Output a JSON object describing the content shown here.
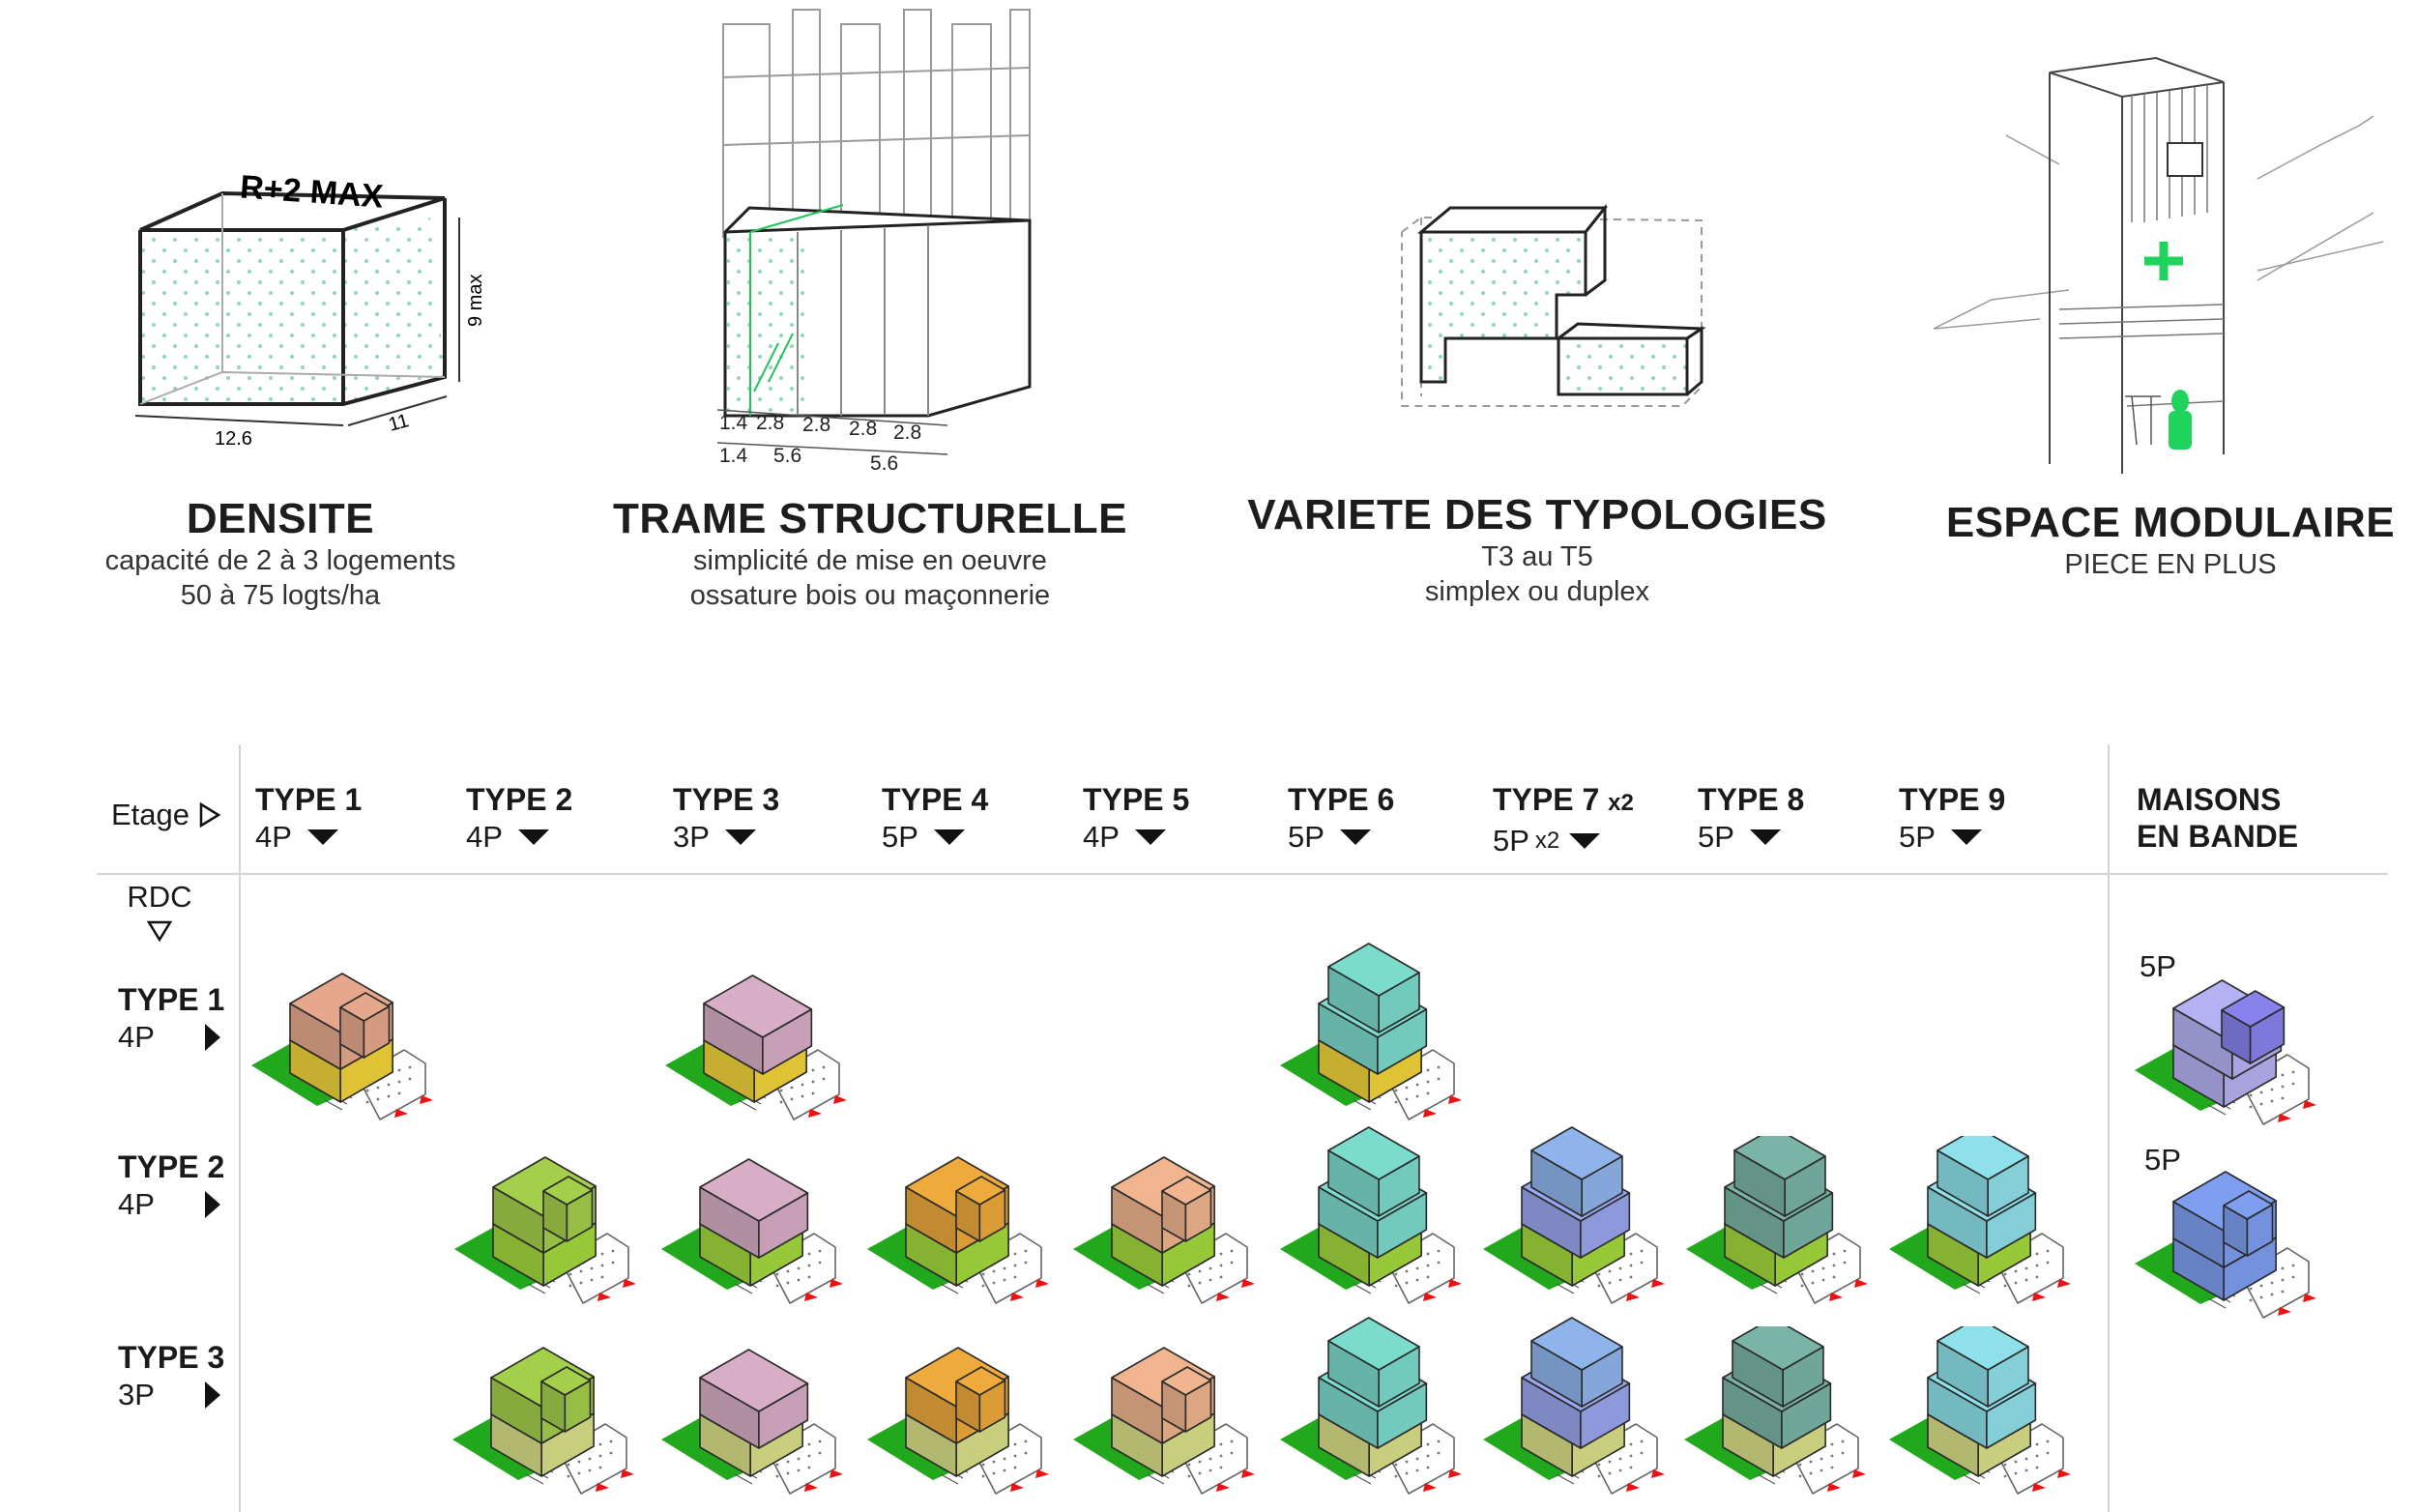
{
  "concepts": [
    {
      "title": "DENSITE",
      "lines": [
        "capacité de 2 à 3 logements",
        "50 à 75 logts/ha"
      ]
    },
    {
      "title": "TRAME STRUCTURELLE",
      "lines": [
        "simplicité de mise en oeuvre",
        "ossature bois ou maçonnerie"
      ]
    },
    {
      "title": "VARIETE DES TYPOLOGIES",
      "lines": [
        "T3 au T5",
        "simplex ou duplex"
      ]
    },
    {
      "title": "ESPACE MODULAIRE",
      "lines": [
        "PIECE EN PLUS"
      ]
    }
  ],
  "densite_diagram": {
    "top_label": "R+2 MAX",
    "height_label": "9 max",
    "width_label": "12.6",
    "depth_label": "11"
  },
  "trame_diagram": {
    "dims_top": [
      "1.4",
      "2.8",
      "2.8",
      "2.8",
      "2.8"
    ],
    "dims_bottom": [
      "1.4",
      "5.6",
      "5.6"
    ]
  },
  "matrix": {
    "corner_label": "Etage",
    "rdc_label": "RDC",
    "columns": [
      {
        "title": "TYPE 1",
        "suffix": "",
        "count": "4P",
        "count_suffix": ""
      },
      {
        "title": "TYPE 2",
        "suffix": "",
        "count": "4P",
        "count_suffix": ""
      },
      {
        "title": "TYPE 3",
        "suffix": "",
        "count": "3P",
        "count_suffix": ""
      },
      {
        "title": "TYPE 4",
        "suffix": "",
        "count": "5P",
        "count_suffix": ""
      },
      {
        "title": "TYPE 5",
        "suffix": "",
        "count": "4P",
        "count_suffix": ""
      },
      {
        "title": "TYPE 6",
        "suffix": "",
        "count": "5P",
        "count_suffix": ""
      },
      {
        "title": "TYPE 7",
        "suffix": "x2",
        "count": "5P",
        "count_suffix": "x2"
      },
      {
        "title": "TYPE 8",
        "suffix": "",
        "count": "5P",
        "count_suffix": ""
      },
      {
        "title": "TYPE 9",
        "suffix": "",
        "count": "5P",
        "count_suffix": ""
      }
    ],
    "maisons_title": [
      "MAISONS",
      "EN BANDE"
    ],
    "rows": [
      {
        "title": "TYPE 1",
        "count": "4P"
      },
      {
        "title": "TYPE 2",
        "count": "4P"
      },
      {
        "title": "TYPE 3",
        "count": "3P"
      }
    ],
    "maisons_labels": [
      "5P",
      "5P"
    ]
  },
  "colors": {
    "grass": "#22a81c",
    "rdc_type1": "#f2d43a",
    "rdc_type2": "#a4d93c",
    "rdc_type3": "#d9e089",
    "type1": "#e6a88c",
    "type2": "#a3cf4a",
    "type3": "#d8aec7",
    "type4": "#eeaa3c",
    "type5": "#f0b48e",
    "type6": "#7cdccc",
    "type7": "#9aa6ee",
    "type7b": "#8fb4ec",
    "type8": "#7ab4a6",
    "type9": "#8ee0ea",
    "maison1": "#b5b2f4",
    "maison1b": "#8882ec",
    "maison2": "#7e9ef0",
    "marker": "#ee1111",
    "accent_green": "#20d35c",
    "dots": "#7fcfa8"
  }
}
